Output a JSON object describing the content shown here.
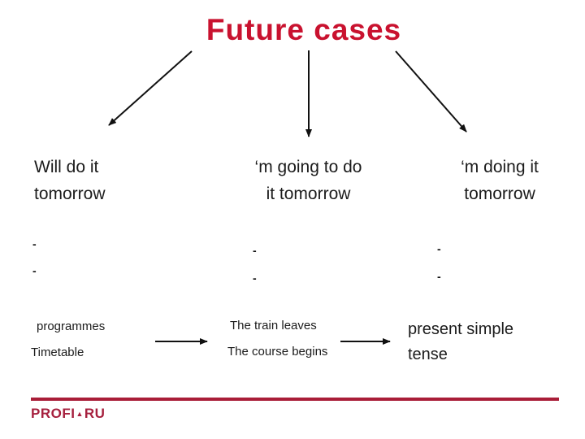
{
  "slide": {
    "title": "Future cases",
    "title_color": "#c9122f",
    "text_color": "#1b1b1b",
    "columns": [
      {
        "heading": "Will do it\ntomorrow",
        "dash1": "-",
        "dash2": "-"
      },
      {
        "heading": "‘m going to do\nit tomorrow",
        "dash1": "-",
        "dash2": "-"
      },
      {
        "heading": "‘m doing it\ntomorrow",
        "dash1": "-",
        "dash2": "-"
      }
    ],
    "examples": {
      "will": [
        "programmes",
        "Timetable"
      ],
      "going_to": [
        "The train leaves",
        "The course begins"
      ],
      "result": " present simple\ntense"
    },
    "footer": {
      "logo_left": "PROFI",
      "logo_separator": "▲",
      "logo_right": "RU",
      "accent_color": "#a91d38",
      "logo_color": "#a6203e"
    }
  }
}
